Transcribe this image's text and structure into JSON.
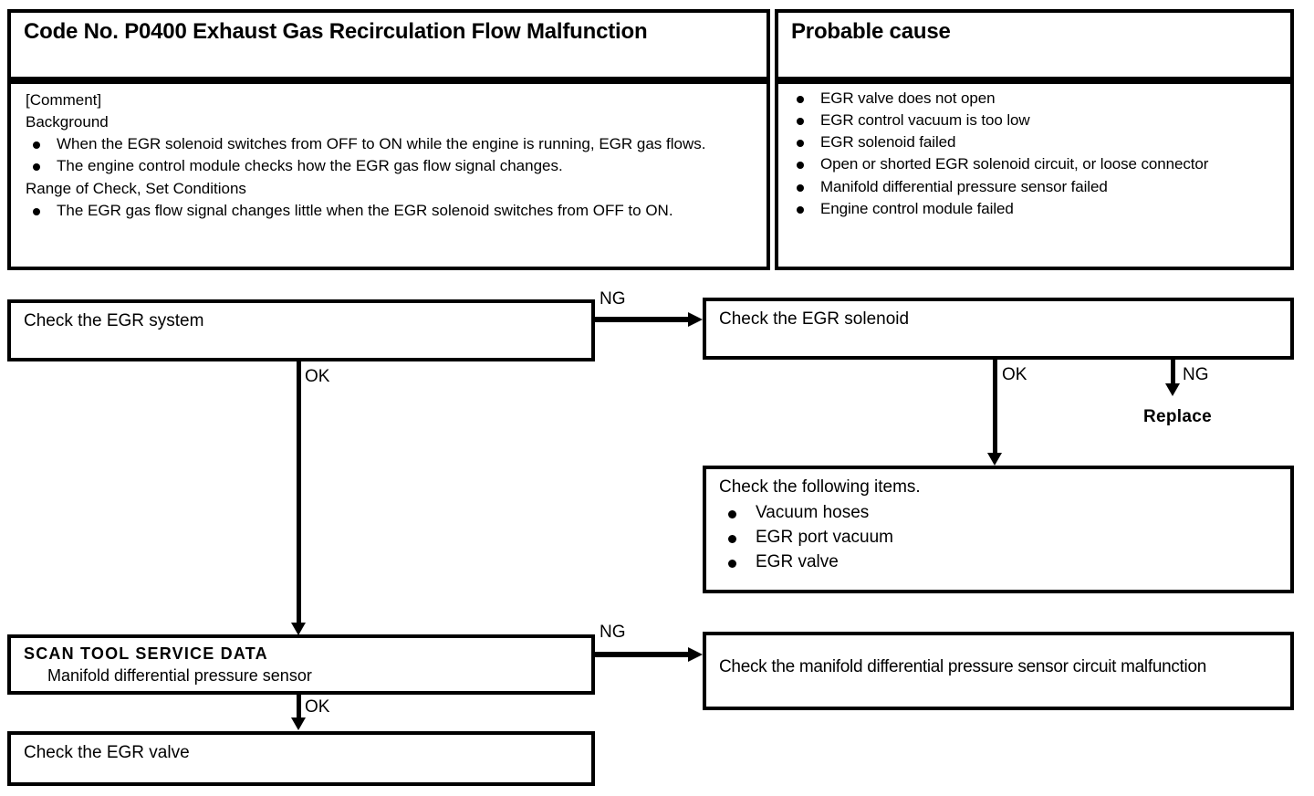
{
  "table": {
    "left_header": "Code No. P0400 Exhaust Gas Recirculation Flow Malfunction",
    "right_header": "Probable cause",
    "comment": {
      "label": "[Comment]",
      "background_label": "Background",
      "background_items": [
        "When the EGR solenoid switches from OFF to ON while the engine is running, EGR gas flows.",
        "The engine control module checks how the EGR gas flow signal changes."
      ],
      "range_label": "Range of Check, Set Conditions",
      "range_items": [
        "The EGR gas flow signal changes little when the EGR solenoid switches from OFF to ON."
      ]
    },
    "probable_causes": [
      "EGR valve does not open",
      "EGR control vacuum is too low",
      "EGR solenoid failed",
      "Open or shorted EGR solenoid circuit, or loose connector",
      "Manifold differential pressure sensor failed",
      "Engine control module failed"
    ]
  },
  "flow": {
    "boxes": {
      "check_egr_system": "Check the EGR system",
      "check_egr_solenoid": "Check the EGR solenoid",
      "check_following_items_title": "Check the following items.",
      "check_following_items": [
        "Vacuum hoses",
        "EGR port vacuum",
        "EGR valve"
      ],
      "scan_tool_title": "SCAN TOOL SERVICE DATA",
      "scan_tool_sub": "Manifold differential pressure sensor",
      "check_mdp_circuit": "Check the manifold differential pressure sensor circuit malfunction",
      "check_egr_valve": "Check the EGR valve"
    },
    "labels": {
      "ng_system_to_solenoid": "NG",
      "ok_system_to_scan": "OK",
      "ok_solenoid_to_items": "OK",
      "ng_solenoid_to_replace": "NG",
      "replace": "Replace",
      "ng_scan_to_mdp": "NG",
      "ok_scan_to_valve": "OK"
    }
  },
  "colors": {
    "ink": "#000000",
    "paper": "#ffffff"
  }
}
